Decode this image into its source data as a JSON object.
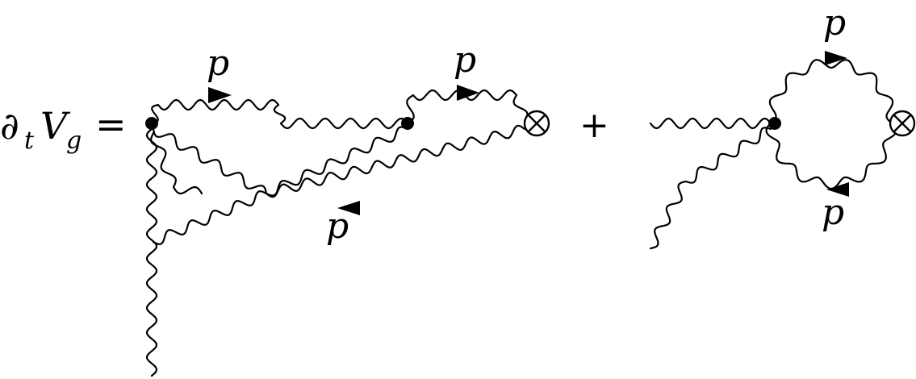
{
  "equation": {
    "lhs_partial": "∂",
    "lhs_partial_sub": "t",
    "lhs_symbol": "V",
    "lhs_symbol_sub": "g",
    "equals": "=",
    "plus": "+"
  },
  "momentum_labels": {
    "top_left": "p",
    "top_right": "p",
    "bottom": "p",
    "loop_top": "p",
    "loop_bottom": "p"
  },
  "colors": {
    "ink": "#000000",
    "background": "#ffffff"
  }
}
